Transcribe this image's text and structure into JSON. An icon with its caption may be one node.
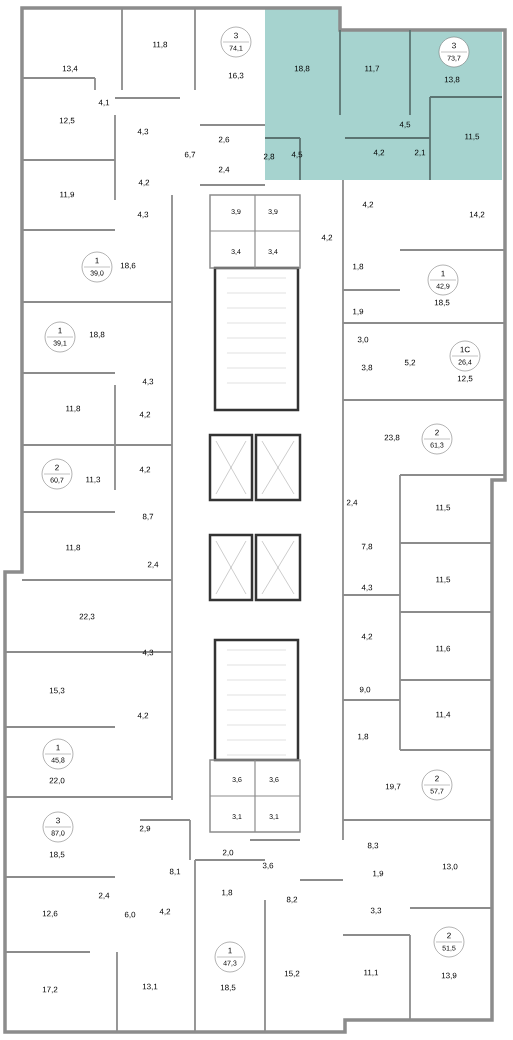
{
  "diagram": {
    "nodes": [
      {
        "text": [
          "3",
          "74,1"
        ]
      },
      {
        "text": [
          "3",
          "73,7"
        ]
      },
      {
        "text": [
          "1",
          "39,0"
        ]
      },
      {
        "text": [
          "1",
          "42,9"
        ]
      },
      {
        "text": [
          "1",
          "39,1"
        ]
      },
      {
        "text": [
          "1С",
          "26,4"
        ]
      },
      {
        "text": [
          "2",
          "61,3"
        ]
      },
      {
        "text": [
          "2",
          "60,7"
        ]
      },
      {
        "text": [
          "1",
          "45,8"
        ]
      },
      {
        "text": [
          "2",
          "57,7"
        ]
      },
      {
        "text": [
          "3",
          "87,0"
        ]
      },
      {
        "text": [
          "2",
          "51,5"
        ]
      },
      {
        "text": [
          "1",
          "47,3"
        ]
      }
    ],
    "labels": [
      "11,8",
      "13,4",
      "18,8",
      "11,7",
      "16,3",
      "13,8",
      "4,1",
      "12,5",
      "4,5",
      "4,3",
      "11,5",
      "2,6",
      "4,2",
      "2,1",
      "6,7",
      "2,8",
      "4,5",
      "2,4",
      "4,2",
      "11,9",
      "4,2",
      "3,9",
      "3,9",
      "14,2",
      "4,3",
      "4,2",
      "3,4",
      "3,4",
      "18,6",
      "1,8",
      "18,5",
      "1,9",
      "18,8",
      "3,0",
      "3,8",
      "5,2",
      "12,5",
      "4,3",
      "11,8",
      "4,2",
      "23,8",
      "4,2",
      "11,3",
      "2,4",
      "11,5",
      "8,7",
      "7,8",
      "11,8",
      "2,4",
      "11,5",
      "4,3",
      "22,3",
      "4,2",
      "11,6",
      "4,3",
      "9,0",
      "15,3",
      "11,4",
      "4,2",
      "1,8",
      "3,6",
      "3,6",
      "22,0",
      "19,7",
      "3,1",
      "3,1",
      "2,9",
      "8,3",
      "18,5",
      "2,0",
      "3,6",
      "13,0",
      "8,1",
      "1,9",
      "1,8",
      "2,4",
      "8,2",
      "3,3",
      "4,2",
      "12,6",
      "6,0",
      "15,2",
      "11,1",
      "13,9",
      "13,1",
      "18,5",
      "17,2"
    ]
  }
}
